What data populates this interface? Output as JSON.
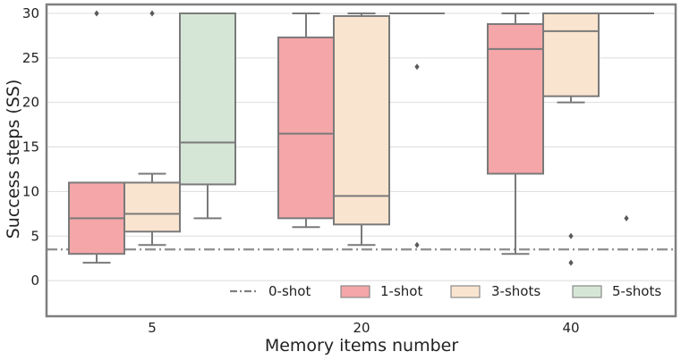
{
  "chart_data": {
    "type": "boxplot",
    "xlabel": "Memory items number",
    "ylabel": "Success steps (SS)",
    "categories": [
      "5",
      "20",
      "40"
    ],
    "ylim": [
      -4,
      31
    ],
    "yticks": [
      0,
      5,
      10,
      15,
      20,
      25,
      30
    ],
    "grid": "horizontal",
    "legend_position": "bottom-right",
    "reference_line": {
      "name": "0-shot",
      "value": 3.5,
      "style": "dash-dot",
      "color": "#8c8c8c"
    },
    "series": [
      {
        "name": "1-shot",
        "color": "#f4a6a8",
        "boxes": [
          {
            "category": "5",
            "whislo": 2,
            "q1": 3,
            "med": 7,
            "q3": 11,
            "whishi": 11,
            "fliers": [
              30
            ]
          },
          {
            "category": "20",
            "whislo": 6,
            "q1": 7,
            "med": 16.5,
            "q3": 27.3,
            "whishi": 30,
            "fliers": []
          },
          {
            "category": "40",
            "whislo": 3,
            "q1": 12,
            "med": 26,
            "q3": 28.8,
            "whishi": 30,
            "fliers": []
          }
        ]
      },
      {
        "name": "3-shots",
        "color": "#f9e4cf",
        "boxes": [
          {
            "category": "5",
            "whislo": 4,
            "q1": 5.5,
            "med": 7.5,
            "q3": 11,
            "whishi": 12,
            "fliers": [
              30
            ]
          },
          {
            "category": "20",
            "whislo": 4,
            "q1": 6.3,
            "med": 9.5,
            "q3": 29.7,
            "whishi": 30,
            "fliers": []
          },
          {
            "category": "40",
            "whislo": 20,
            "q1": 20.7,
            "med": 28,
            "q3": 30,
            "whishi": 30,
            "fliers": [
              5,
              2
            ]
          }
        ]
      },
      {
        "name": "5-shots",
        "color": "#d5e6d6",
        "boxes": [
          {
            "category": "5",
            "whislo": 7,
            "q1": 10.8,
            "med": 15.5,
            "q3": 30,
            "whishi": 30,
            "fliers": []
          },
          {
            "category": "20",
            "whislo": 30,
            "q1": 30,
            "med": 30,
            "q3": 30,
            "whishi": 30,
            "fliers": [
              24,
              4
            ]
          },
          {
            "category": "40",
            "whislo": 30,
            "q1": 30,
            "med": 30,
            "q3": 30,
            "whishi": 30,
            "fliers": [
              7
            ]
          }
        ]
      }
    ]
  },
  "legend": {
    "items": [
      {
        "label": "0-shot",
        "kind": "line"
      },
      {
        "label": "1-shot",
        "kind": "box",
        "color": "#f4a6a8"
      },
      {
        "label": "3-shots",
        "kind": "box",
        "color": "#f9e4cf"
      },
      {
        "label": "5-shots",
        "kind": "box",
        "color": "#d5e6d6"
      }
    ]
  }
}
